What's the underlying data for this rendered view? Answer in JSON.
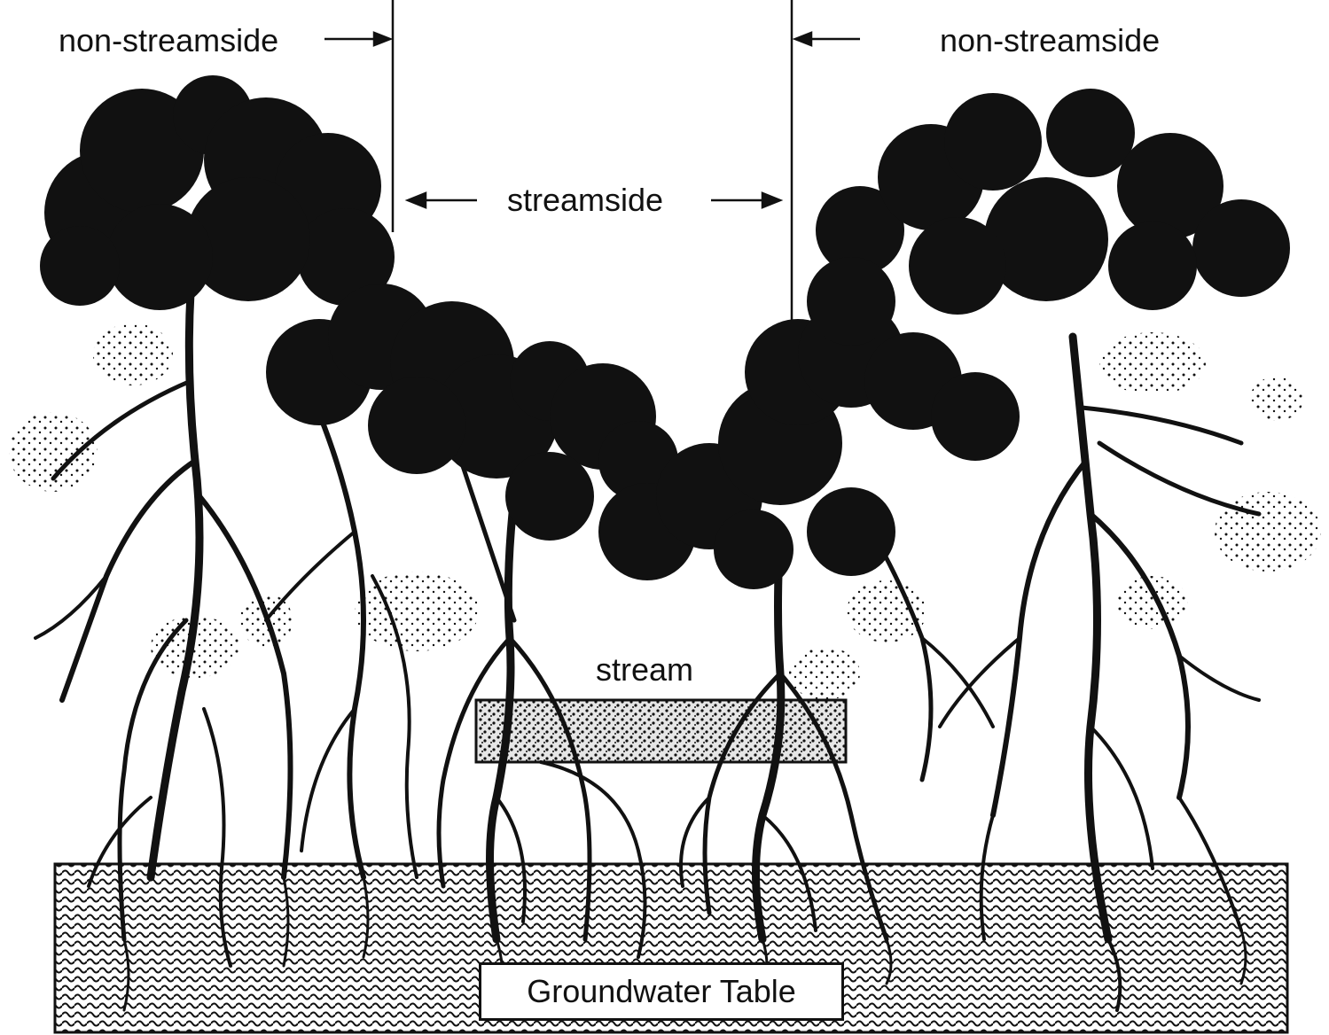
{
  "labels": {
    "non_streamside_left": "non-streamside",
    "non_streamside_right": "non-streamside",
    "streamside": "streamside",
    "stream": "stream",
    "groundwater_table": "Groundwater Table"
  },
  "colors": {
    "ink": "#111111",
    "background": "#ffffff"
  }
}
